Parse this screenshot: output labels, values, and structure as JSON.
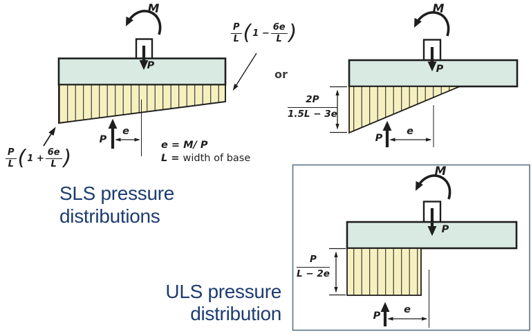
{
  "colors": {
    "slab_fill": "#d9eae3",
    "pressure_fill": "#f6f0c0",
    "line": "#1e1e1e",
    "title_navy": "#1d3c6f",
    "uls_box_border": "#64788c"
  },
  "titles": {
    "sls_line1": "SLS pressure",
    "sls_line2": "distributions",
    "uls_line1": "ULS pressure",
    "uls_line2": "distribution"
  },
  "connector": {
    "or_label": "or"
  },
  "definitions": {
    "e_lhs": "e",
    "e_eq": "=",
    "e_rhs": "M/ P",
    "l_lhs": "L",
    "l_eq": "=",
    "l_rhs": "width of base"
  },
  "sls_left": {
    "moment": "M",
    "load": "P",
    "reaction": "P",
    "ecc": "e",
    "formula_right": {
      "num": "P",
      "den": "L",
      "open": "(",
      "pre": "1 −",
      "fnum": "6e",
      "fden": "L",
      "close": ")"
    },
    "formula_left": {
      "num": "P",
      "den": "L",
      "open": "(",
      "pre": "1 +",
      "fnum": "6e",
      "fden": "L",
      "close": ")"
    }
  },
  "sls_right": {
    "moment": "M",
    "load": "P",
    "reaction": "P",
    "ecc": "e",
    "pressure_num": "2P",
    "pressure_den": "1.5L − 3e"
  },
  "uls": {
    "moment": "M",
    "load": "P",
    "reaction": "P",
    "ecc": "e",
    "pressure_num": "P",
    "pressure_den": "L − 2e"
  }
}
